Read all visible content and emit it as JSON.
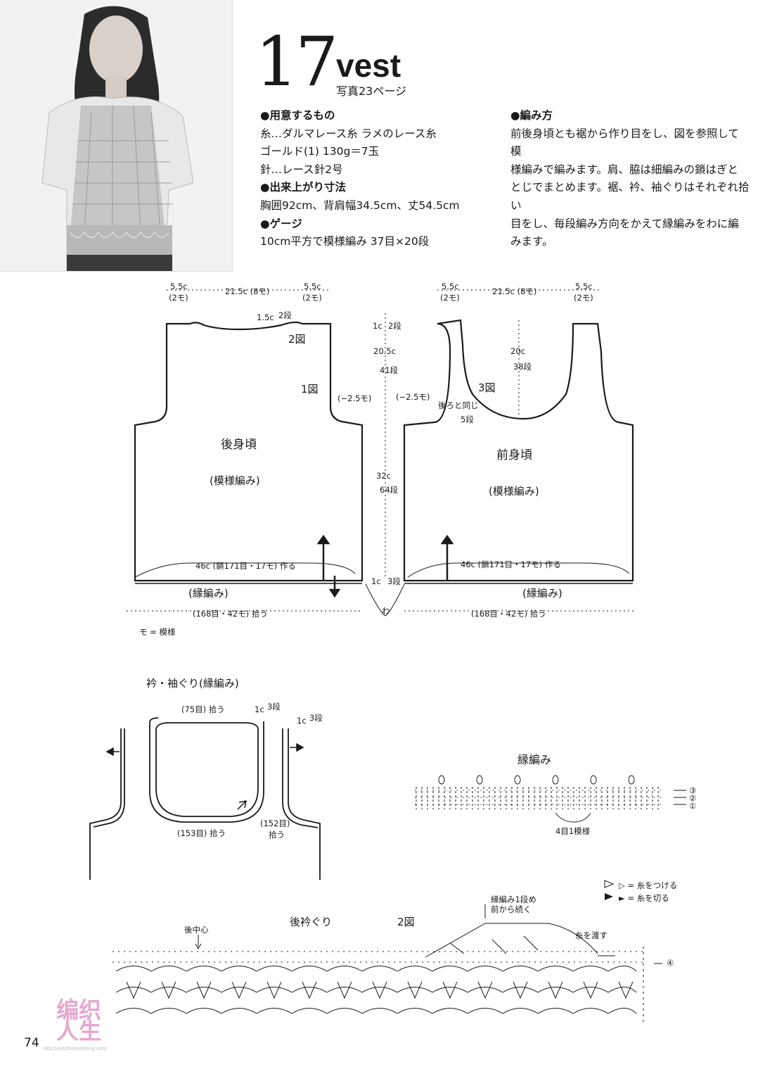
{
  "header": {
    "number": "17",
    "title": "vest",
    "photo_ref": "写真23ページ"
  },
  "materials": {
    "heading": "●用意するもの",
    "lines": [
      "糸…ダルマレース糸 ラメのレース糸",
      "ゴールド(1) 130g＝7玉",
      "針…レース針2号"
    ]
  },
  "finished_size": {
    "heading": "●出来上がり寸法",
    "text": "胸囲92cm、背肩幅34.5cm、丈54.5cm"
  },
  "gauge": {
    "heading": "●ゲージ",
    "text": "10cm平方で模様編み 37目×20段"
  },
  "method": {
    "heading": "●編み方",
    "lines": [
      "前後身頃とも裾から作り目をし、図を参照して模",
      "様編みで編みます。肩、脇は細編みの鎖はぎと",
      "とじでまとめます。裾、衿、袖ぐりはそれぞれ拾い",
      "目をし、毎段編み方向をかえて縁編みをわに編",
      "みます。"
    ]
  },
  "diagram": {
    "dim_shoulder": "5.5c",
    "dim_shoulder_m": "(2モ)",
    "dim_neck": "21.5c (8モ)",
    "back_neck_drop": "1.5c",
    "back_neck_rows": "2段",
    "ref2": "2図",
    "ref1": "1図",
    "ref3": "3図",
    "armhole_dec_back": "(−2.5モ)",
    "armhole_dec_front": "(−2.5モ)",
    "r_top": "1c",
    "r_top_rows": "2段",
    "r_arm": "20.5c",
    "r_arm_rows": "41段",
    "r_body": "32c",
    "r_body_rows": "64段",
    "r_bot": "1c",
    "r_bot_rows": "3段",
    "front_neck": "20c",
    "front_neck_rows": "38段",
    "front_same": "後ろと同じ",
    "front_rows5": "5段",
    "back_title": "後身頃",
    "back_stitch": "(模様編み)",
    "front_title": "前身頃",
    "front_stitch": "(模様編み)",
    "cast_on": "46c (鎖171目・17モ) 作る",
    "edging": "(縁編み)",
    "pickup": "(168目・42モ) 拾う",
    "wa": "わ",
    "legend_mo": "モ = 模様"
  },
  "collar": {
    "title": "衿・袖ぐり(縁編み)",
    "pick75": "(75目) 拾う",
    "dim_1c": "1c",
    "rows3": "3段",
    "pick153": "(153目) 拾う",
    "pick152": "(152目)",
    "pick152b": "拾う"
  },
  "border": {
    "title": "縁編み",
    "repeat": "4目1模様",
    "row1": "①",
    "row2": "②",
    "row3": "③",
    "row4": "④"
  },
  "neck_chart": {
    "title": "後衿ぐり",
    "ref": "2図",
    "center": "後中心",
    "cont1": "縁編み1段め",
    "cont2": "前から続く",
    "pass": "糸を渡す",
    "legend_attach": "▷ = 糸をつける",
    "legend_cut": "► = 糸を切る"
  },
  "watermark": {
    "line1": "编织",
    "line2": "人生",
    "url": "bbs.bianzhirensheng.com"
  },
  "page": {
    "number": "74"
  }
}
